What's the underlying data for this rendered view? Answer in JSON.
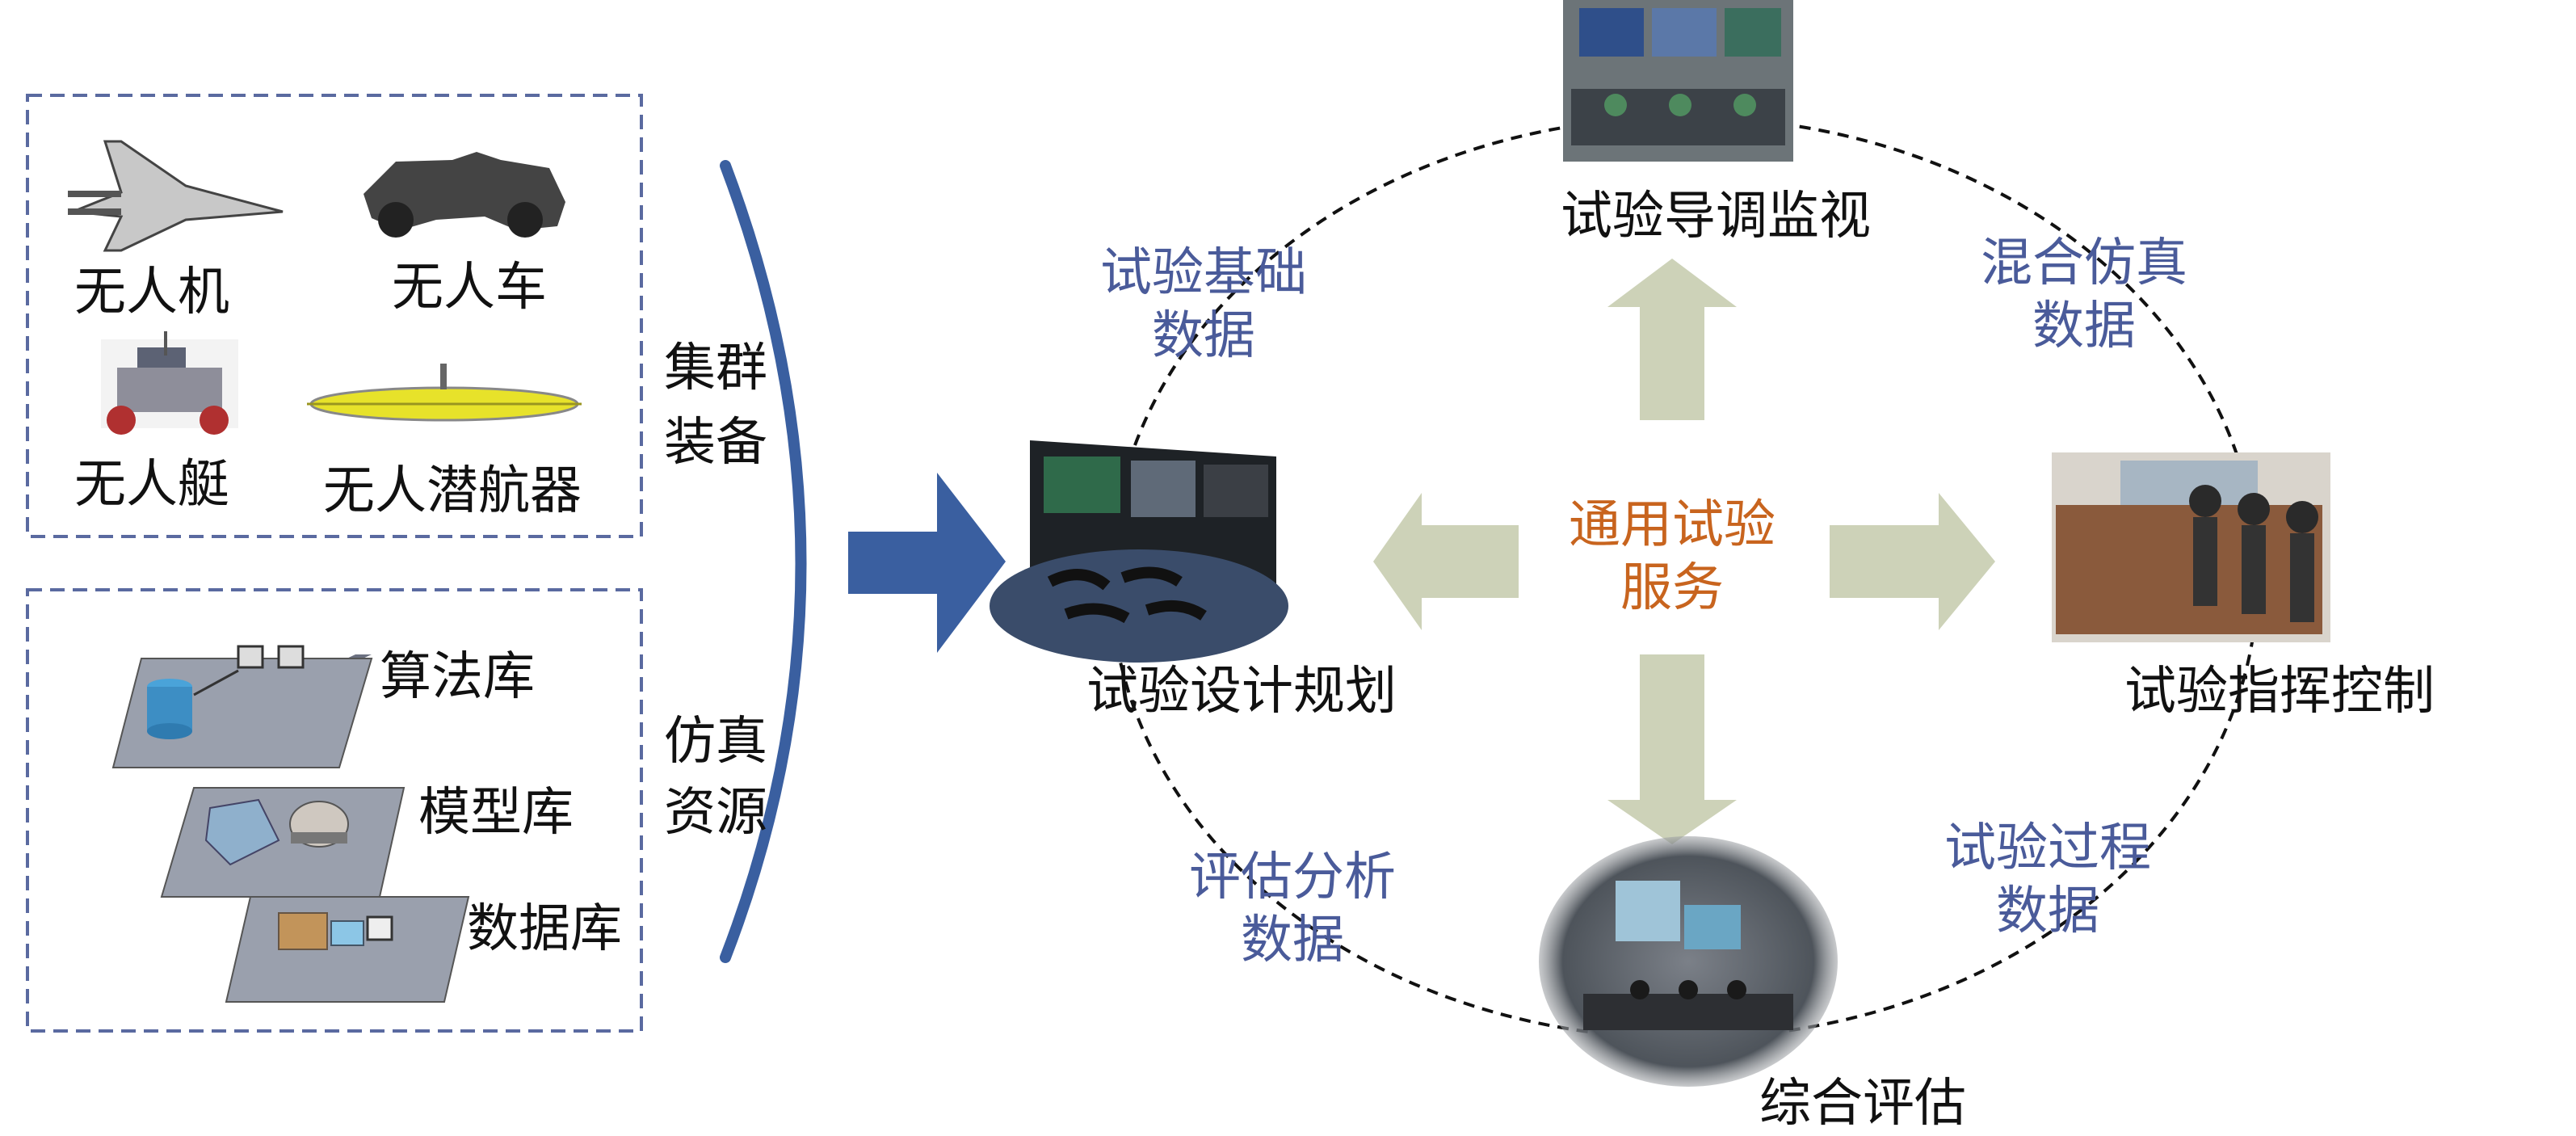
{
  "equipment": {
    "items": [
      {
        "label": "无人机",
        "icon": "uav-icon"
      },
      {
        "label": "无人车",
        "icon": "unmanned-vehicle-icon"
      },
      {
        "label": "无人艇",
        "icon": "unmanned-boat-icon"
      },
      {
        "label": "无人潜航器",
        "icon": "uuv-icon"
      }
    ],
    "group_label_line1": "集群",
    "group_label_line2": "装备"
  },
  "simulation": {
    "items": [
      {
        "label": "算法库",
        "icon": "algorithm-library-icon"
      },
      {
        "label": "模型库",
        "icon": "model-library-icon"
      },
      {
        "label": "数据库",
        "icon": "database-icon"
      }
    ],
    "group_label_line1": "仿真",
    "group_label_line2": "资源"
  },
  "center": {
    "line1": "通用试验",
    "line2": "服务"
  },
  "nodes": {
    "top": "试验导调监视",
    "left": "试验设计规划",
    "right": "试验指挥控制",
    "bottom": "综合评估"
  },
  "data_labels": {
    "top_left": {
      "line1": "试验基础",
      "line2": "数据"
    },
    "top_right": {
      "line1": "混合仿真",
      "line2": "数据"
    },
    "bottom_left": {
      "line1": "评估分析",
      "line2": "数据"
    },
    "bottom_right": {
      "line1": "试验过程",
      "line2": "数据"
    }
  },
  "colors": {
    "bracket_blue": "#3a5fa0",
    "arrow_khaki": "#cdd2b8",
    "data_label_blue": "#4a5b9a",
    "center_orange": "#c8641e",
    "dash_box": "#5a6aa0"
  }
}
